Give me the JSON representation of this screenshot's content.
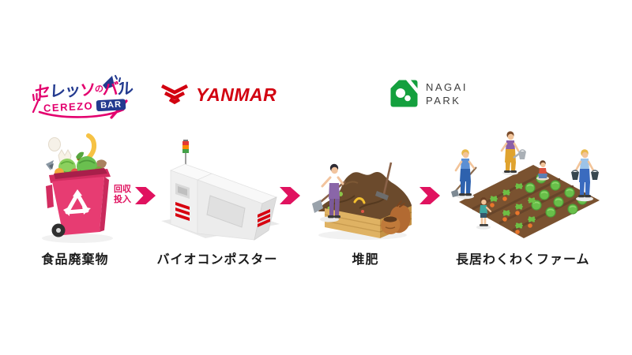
{
  "header_logos": {
    "cerezo_bar": {
      "jp_chars": [
        "セ",
        "レ",
        "ッ",
        "ソ",
        "の",
        "バ",
        "ル"
      ],
      "en_name": "CEREZO",
      "en_suffix": "BAR",
      "pink": "#e3006e",
      "blue": "#233a8f"
    },
    "yanmar": {
      "wordmark": "YANMAR",
      "red": "#d20010"
    },
    "nagai_park": {
      "line1": "NAGAI",
      "line2": "PARK",
      "green": "#14a03e",
      "text_color": "#3d3d3d"
    }
  },
  "flow": {
    "arrow_color": "#e0125f",
    "caption_collect": "回収",
    "caption_input": "投入",
    "steps": [
      {
        "label": "食品廃棄物"
      },
      {
        "label": "バイオコンポスター"
      },
      {
        "label": "堆肥"
      },
      {
        "label": "長居わくわくファーム"
      }
    ]
  },
  "colors": {
    "bin_pink": "#e73c72",
    "label_text": "#1b1b1b",
    "background": "#ffffff"
  }
}
